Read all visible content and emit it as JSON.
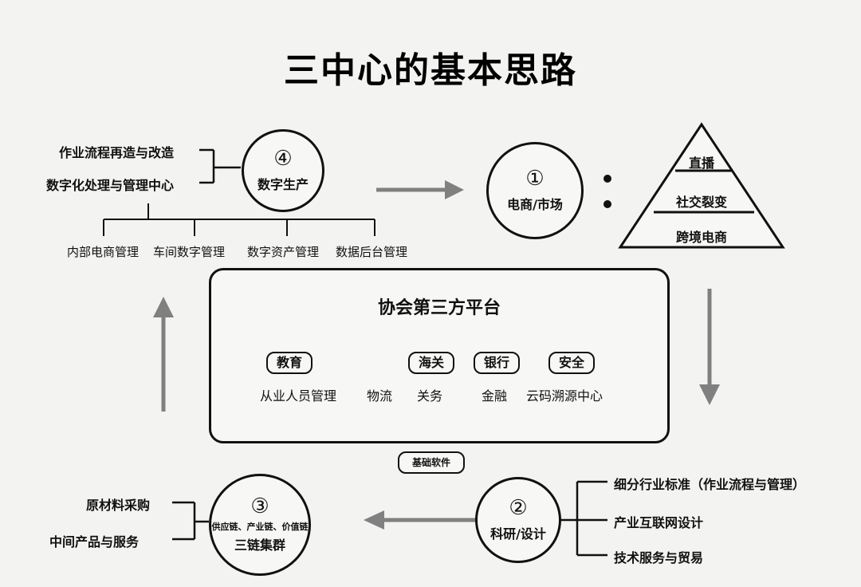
{
  "title": "三中心的基本思路",
  "nodes": {
    "n4": {
      "num": "④",
      "name": "数字生产"
    },
    "n1": {
      "num": "①",
      "name": "电商/市场"
    },
    "n2": {
      "num": "②",
      "name": "科研/设计"
    },
    "n3": {
      "num": "③",
      "name": "三链集群",
      "sub": "供应链、产业链、价值链"
    }
  },
  "n4_inputs": [
    "作业流程再造与改造",
    "数字化处理与管理中心"
  ],
  "n4_outputs": [
    "内部电商管理",
    "车间数字管理",
    "数字资产管理",
    "数据后台管理"
  ],
  "pyramid": [
    "直播",
    "社交裂变",
    "跨境电商"
  ],
  "platform": {
    "title": "协会第三方平台",
    "pills": [
      "教育",
      "海关",
      "银行",
      "安全"
    ],
    "items": [
      "从业人员管理",
      "物流",
      "关务",
      "金融",
      "云码溯源中心"
    ]
  },
  "badge": "基础软件",
  "n2_items": [
    "细分行业标准（作业流程与管理）",
    "产业互联网设计",
    "技术服务与贸易"
  ],
  "n3_inputs": [
    "原材料采购",
    "中间产品与服务"
  ],
  "colors": {
    "arrow": "#808080",
    "line": "#111111",
    "bg": "#f3f3f1"
  }
}
